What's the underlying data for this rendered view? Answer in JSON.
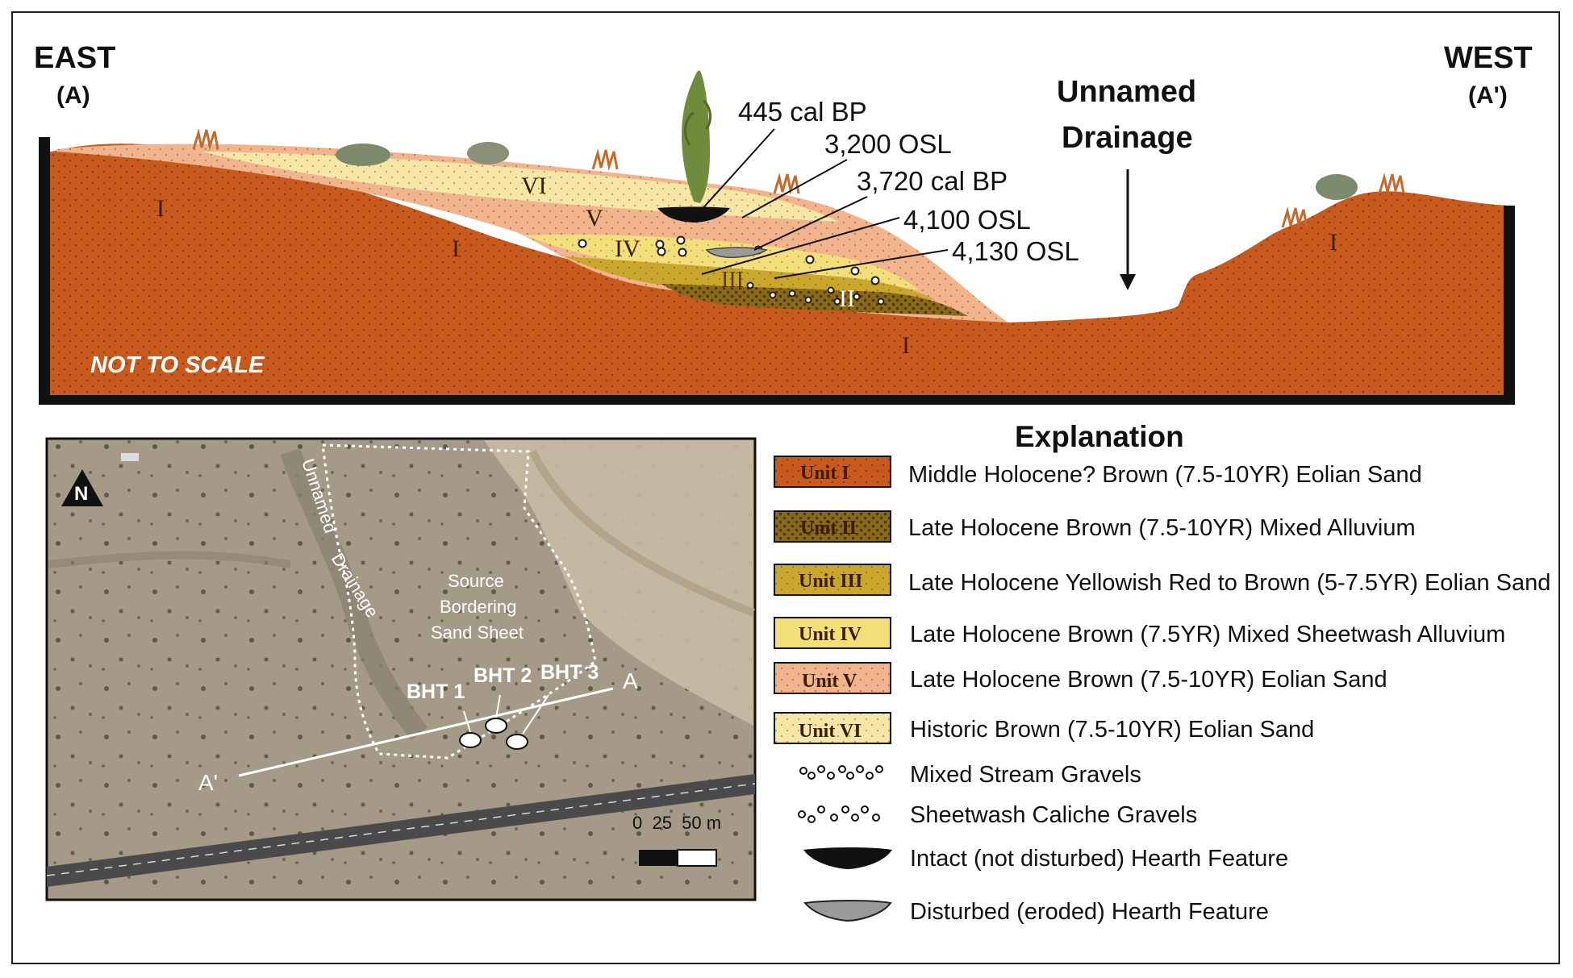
{
  "cross_section": {
    "east_label": "EAST",
    "east_sub": "(A)",
    "west_label": "WEST",
    "west_sub": "(A')",
    "drainage_line1": "Unnamed",
    "drainage_line2": "Drainage",
    "not_to_scale": "NOT TO SCALE",
    "dates": [
      "445 cal BP",
      "3,200 OSL",
      "3,720 cal BP",
      "4,100 OSL",
      "4,130 OSL"
    ],
    "unit_labels": {
      "I": "I",
      "II": "II",
      "III": "III",
      "IV": "IV",
      "V": "V",
      "VI": "VI"
    },
    "colors": {
      "unit_I": "#c85a1e",
      "unit_II": "#8a6a18",
      "unit_III": "#c9a62c",
      "unit_IV": "#f3df7a",
      "unit_V": "#f2b48c",
      "unit_VI": "#f7e7a6"
    }
  },
  "legend": {
    "title": "Explanation",
    "items": [
      {
        "swatch": "Unit I",
        "text": "Middle Holocene? Brown (7.5-10YR) Eolian Sand"
      },
      {
        "swatch": "Unit II",
        "text": "Late Holocene Brown (7.5-10YR) Mixed Alluvium"
      },
      {
        "swatch": "Unit III",
        "text": "Late Holocene Yellowish Red to Brown (5-7.5YR) Eolian Sand"
      },
      {
        "swatch": "Unit IV",
        "text": "Late Holocene Brown (7.5YR) Mixed Sheetwash Alluvium"
      },
      {
        "swatch": "Unit V",
        "text": "Late Holocene Brown (7.5-10YR) Eolian Sand"
      },
      {
        "swatch": "Unit VI",
        "text": "Historic Brown (7.5-10YR) Eolian Sand"
      }
    ],
    "symbols": [
      {
        "text": "Mixed Stream Gravels"
      },
      {
        "text": "Sheetwash Caliche Gravels"
      },
      {
        "text": "Intact (not disturbed) Hearth Feature"
      },
      {
        "text": "Disturbed (eroded) Hearth Feature"
      }
    ]
  },
  "map": {
    "north": "N",
    "drainage_line1": "Unnamed",
    "drainage_line2": "Drainage",
    "sheet_line1": "Source",
    "sheet_line2": "Bordering",
    "sheet_line3": "Sand Sheet",
    "bht1": "BHT 1",
    "bht2": "BHT 2",
    "bht3": "BHT 3",
    "point_a": "A",
    "point_a_prime": "A'",
    "scale": "0  25  50 m"
  }
}
